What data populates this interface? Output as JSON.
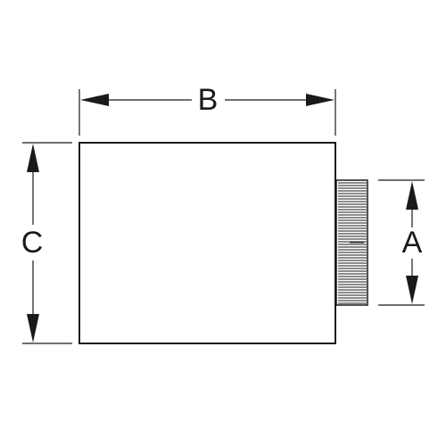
{
  "dimensions": {
    "width_label": "B",
    "height_label": "C",
    "knob_height_label": "A"
  },
  "colors": {
    "line": "#1a1a1a",
    "background": "#ffffff"
  }
}
